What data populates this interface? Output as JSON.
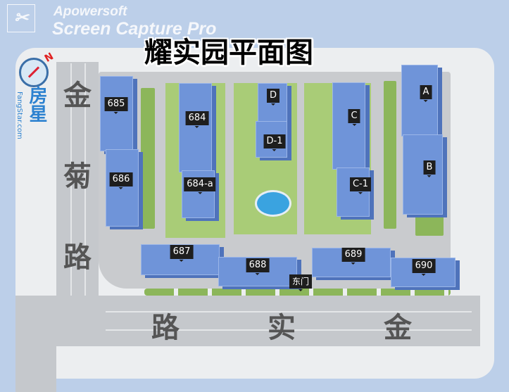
{
  "watermark": {
    "line1": "Apowersoft",
    "line2": "Screen Capture Pro",
    "icon": "scissors-pen-icon"
  },
  "title": "耀实园平面图",
  "logo": {
    "brand_cn": "房星",
    "brand_en": "FangStar.com",
    "compass_label": "N"
  },
  "roads": {
    "west": [
      "金",
      "菊",
      "路"
    ],
    "south": [
      "路",
      "实",
      "金"
    ]
  },
  "buildings": [
    "685",
    "684",
    "D",
    "D-1",
    "C",
    "C-1",
    "A",
    "B",
    "686",
    "684-a",
    "687",
    "688",
    "689",
    "690"
  ],
  "gate": "东门",
  "colors": {
    "building": "#6f94d9",
    "grass": "#8cb65a",
    "road": "#c5c8cc",
    "pond": "#3aa3e0"
  }
}
